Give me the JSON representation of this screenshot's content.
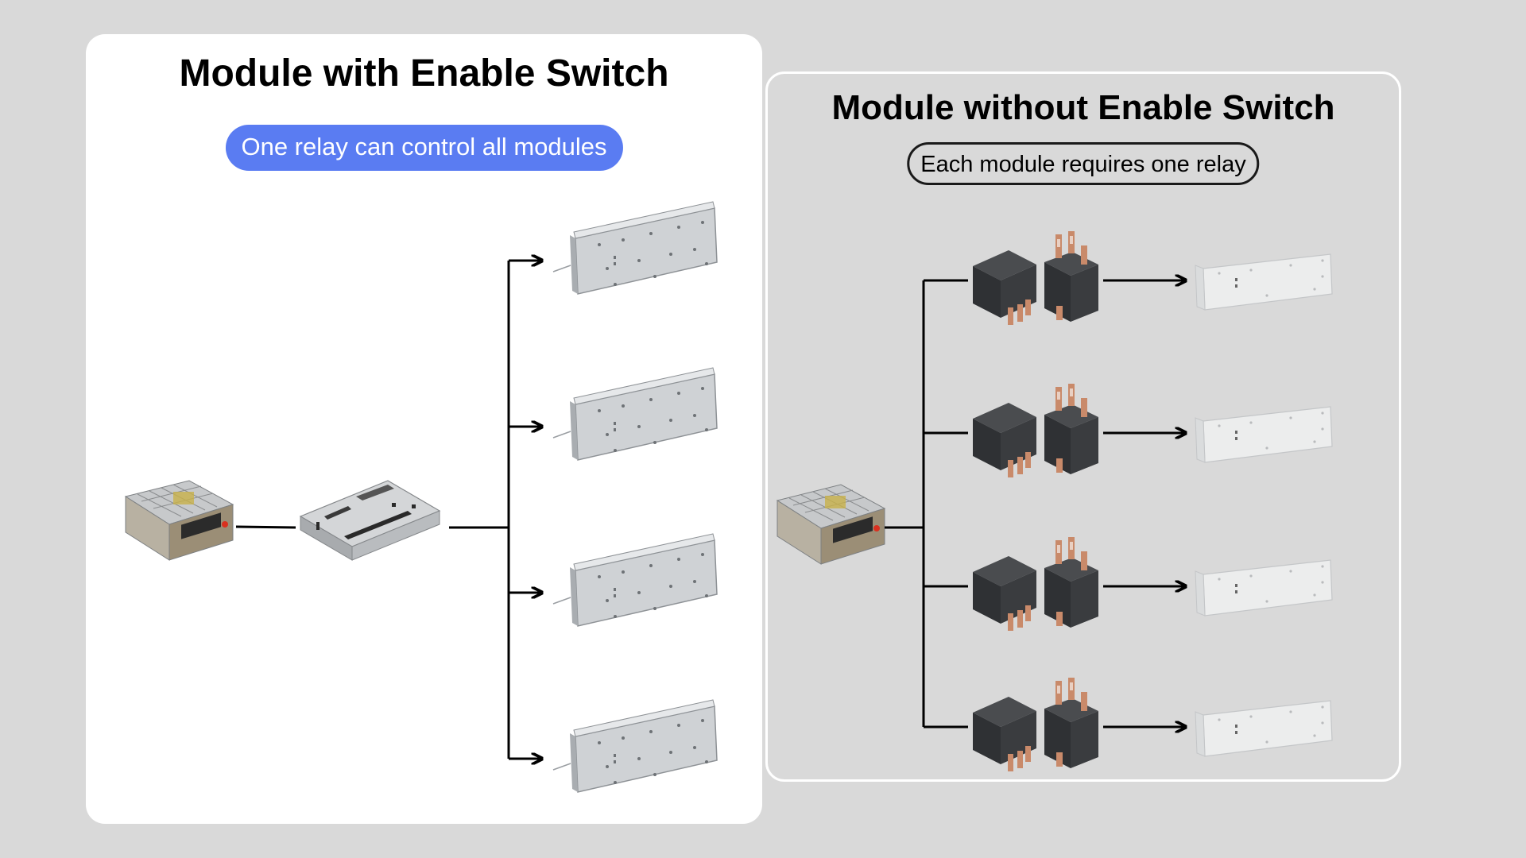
{
  "left_panel": {
    "title": "Module with Enable Switch",
    "badge": "One relay can control all modules",
    "badge_color": "#5a7cf2",
    "components": [
      "power-supply",
      "relay-module",
      "rf-module",
      "rf-module",
      "rf-module",
      "rf-module"
    ]
  },
  "right_panel": {
    "title": "Module without Enable Switch",
    "badge": "Each module requires one relay",
    "components": [
      "power-supply",
      "automotive-relay",
      "automotive-relay",
      "automotive-relay",
      "automotive-relay",
      "rf-module",
      "rf-module",
      "rf-module",
      "rf-module"
    ]
  },
  "colors": {
    "background": "#d9d9d9",
    "panel": "#ffffff",
    "line": "#000000"
  }
}
